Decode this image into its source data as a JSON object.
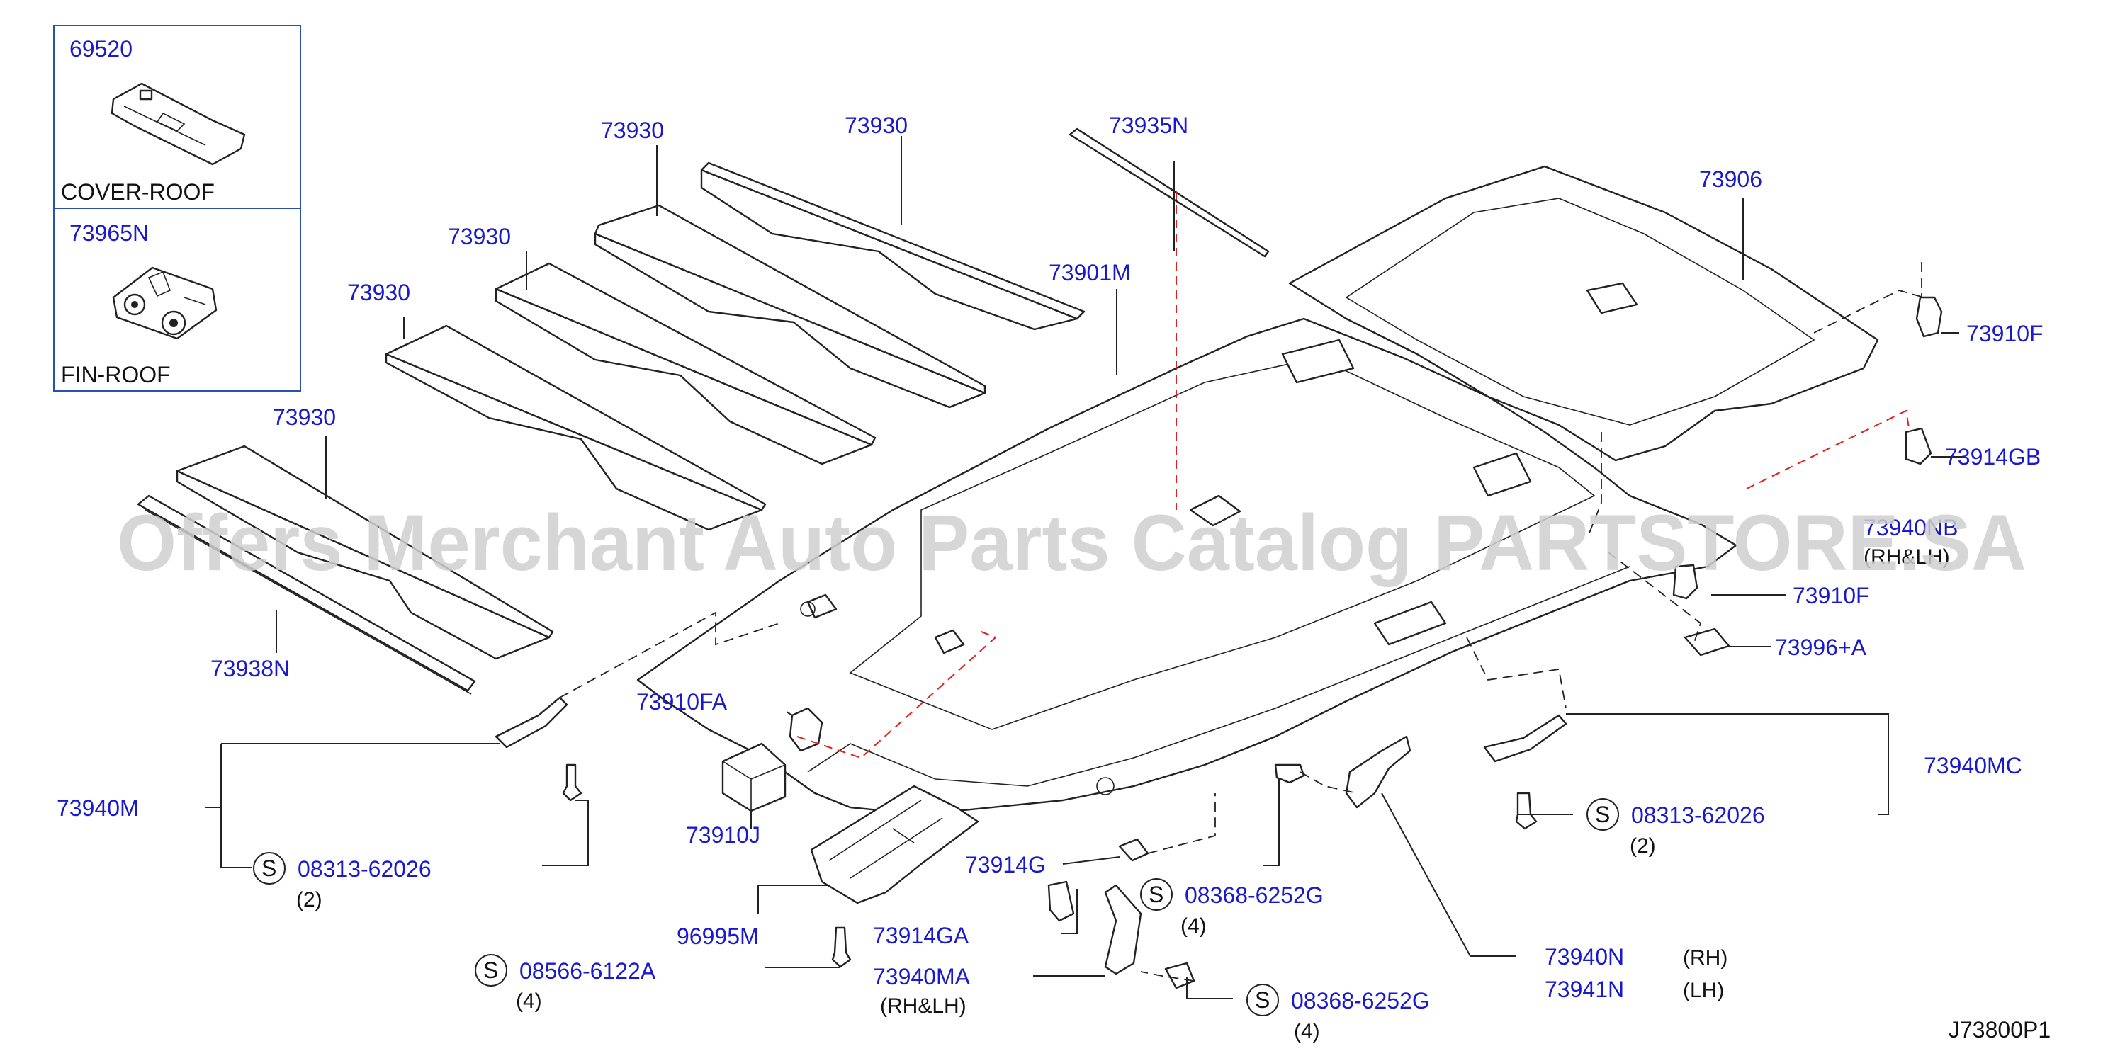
{
  "inset": {
    "cover_roof": {
      "part_no": "69520",
      "name": "COVER-ROOF"
    },
    "fin_roof": {
      "part_no": "73965N",
      "name": "FIN-ROOF"
    }
  },
  "labels": {
    "p73930_a": "73930",
    "p73930_b": "73930",
    "p73930_c": "73930",
    "p73930_d": "73930",
    "p73930_e": "73930",
    "p73935N": "73935N",
    "p73906": "73906",
    "p73901M": "73901M",
    "p73910F_a": "73910F",
    "p73914GB": "73914GB",
    "p73940NB": "73940NB",
    "p73940NB_note": "(RH&LH)",
    "p73910F_b": "73910F",
    "p73996A": "73996+A",
    "p73938N": "73938N",
    "p73910FA": "73910FA",
    "p73940MC": "73940MC",
    "p73940M": "73940M",
    "p73910J": "73910J",
    "p73914G": "73914G",
    "p96995M": "96995M",
    "p73914GA": "73914GA",
    "p73940MA": "73940MA",
    "p73940MA_note": "(RH&LH)",
    "p73940N": "73940N",
    "p73940N_side": "(RH)",
    "p73941N": "73941N",
    "p73941N_side": "(LH)",
    "diagram_id": "J73800P1"
  },
  "screws": {
    "s1": {
      "symbol": "S",
      "part_no": "08313-62026",
      "qty": "(2)"
    },
    "s2": {
      "symbol": "S",
      "part_no": "08313-62026",
      "qty": "(2)"
    },
    "s3": {
      "symbol": "S",
      "part_no": "08368-6252G",
      "qty": "(4)"
    },
    "s4": {
      "symbol": "S",
      "part_no": "08566-6122A",
      "qty": "(4)"
    },
    "s5": {
      "symbol": "S",
      "part_no": "08368-6252G",
      "qty": "(4)"
    }
  },
  "watermark": "Offers Merchant Auto Parts Catalog PARTSTORE.SA",
  "colors": {
    "part_number": "#1a1acd",
    "callout_line": "#222222",
    "guide_line": "#e0201a",
    "inset_border": "#2a4fb5",
    "watermark": "#cfcfcf"
  }
}
